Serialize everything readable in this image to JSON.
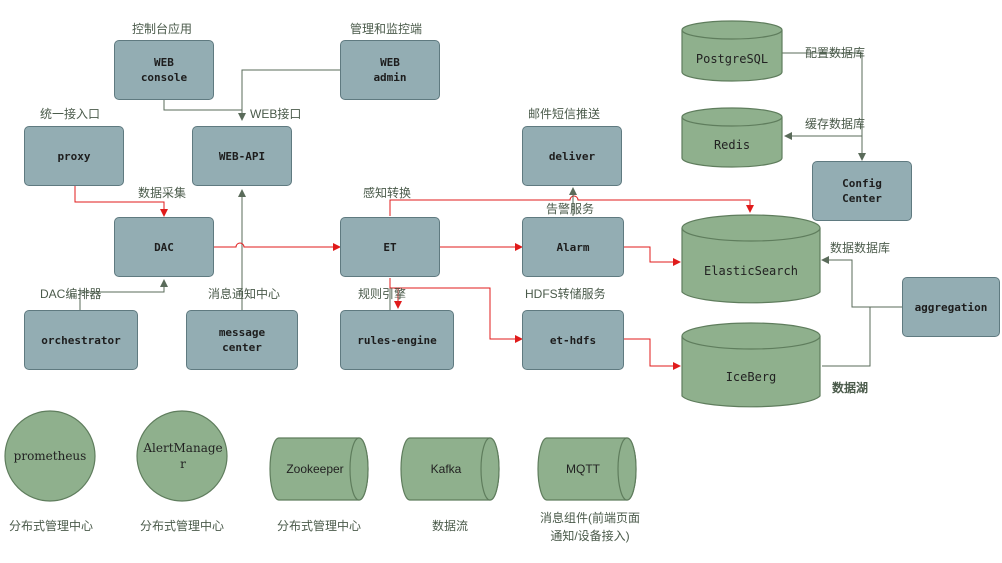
{
  "boxes": {
    "web_console": "WEB\nconsole",
    "web_admin": "WEB\nadmin",
    "proxy": "proxy",
    "web_api": "WEB-API",
    "deliver": "deliver",
    "config_center": "Config\nCenter",
    "dac": "DAC",
    "et": "ET",
    "alarm": "Alarm",
    "aggregation": "aggregation",
    "orchestrator": "orchestrator",
    "message_center": "message\ncenter",
    "rules_engine": "rules-engine",
    "et_hdfs": "et-hdfs"
  },
  "databases": {
    "postgresql": "PostgreSQL",
    "redis": "Redis",
    "elasticsearch": "ElasticSearch",
    "iceberg": "IceBerg"
  },
  "circles": {
    "prometheus": "prometheus",
    "alertmanager": "AlertManager"
  },
  "tubes": {
    "zookeeper": "Zookeeper",
    "kafka": "Kafka",
    "mqtt": "MQTT"
  },
  "labels": {
    "console_app": "控制台应用",
    "manage_monitor": "管理和监控端",
    "unified_entry": "统一接入口",
    "web_interface": "WEB接口",
    "mail_sms": "邮件短信推送",
    "config_db": "配置数据库",
    "cache_db": "缓存数据库",
    "data_collect": "数据采集",
    "sense_convert": "感知转换",
    "alarm_service": "告警服务",
    "data_db": "数据数据库",
    "dac_orch": "DAC编排器",
    "msg_center": "消息通知中心",
    "rule_engine": "规则引擎",
    "hdfs_service": "HDFS转储服务",
    "data_lake": "数据湖"
  },
  "captions": {
    "prometheus": "分布式管理中心",
    "alertmanager": "分布式管理中心",
    "zookeeper": "分布式管理中心",
    "kafka": "数据流",
    "mqtt": "消息组件(前端页面\n通知/设备接入)"
  },
  "colors": {
    "box_fill": "#93adb3",
    "db_fill": "#8fb08d",
    "red_line": "#e01b1b",
    "gray_line": "#5a6b5a"
  }
}
